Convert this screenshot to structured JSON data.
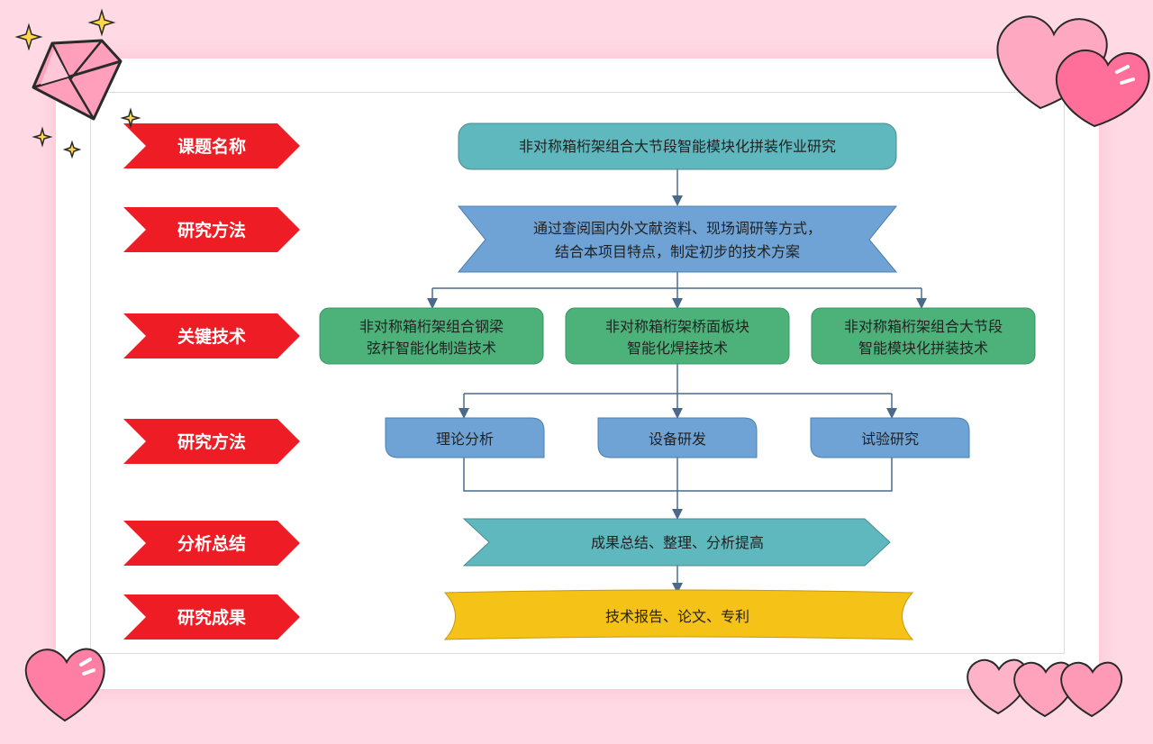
{
  "row_labels": [
    "课题名称",
    "研究方法",
    "关键技术",
    "研究方法",
    "分析总结",
    "研究成果"
  ],
  "title_box": "非对称箱桁架组合大节段智能模块化拼装作业研究",
  "method_lines": [
    "通过查阅国内外文献资料、现场调研等方式，",
    "结合本项目特点，制定初步的技术方案"
  ],
  "key_tech": [
    {
      "line1": "非对称箱桁架组合钢梁",
      "line2": "弦杆智能化制造技术"
    },
    {
      "line1": "非对称箱桁架桥面板块",
      "line2": "智能化焊接技术"
    },
    {
      "line1": "非对称箱桁架组合大节段",
      "line2": "智能模块化拼装技术"
    }
  ],
  "methods": [
    "理论分析",
    "设备研发",
    "试验研究"
  ],
  "summary": "成果总结、整理、分析提高",
  "results": "技术报告、论文、专利",
  "colors": {
    "label_red": "#ee1c24",
    "teal": "#5fb8bd",
    "blue": "#6fa3d6",
    "green": "#4cb27a",
    "yellow": "#f5c218",
    "arrow": "#4a6a8c",
    "pink_heart": "#ff7ea3",
    "background": "#ffd9e4"
  },
  "icons": [
    "diamond-icon",
    "sparkle-icon",
    "heart-icon"
  ]
}
